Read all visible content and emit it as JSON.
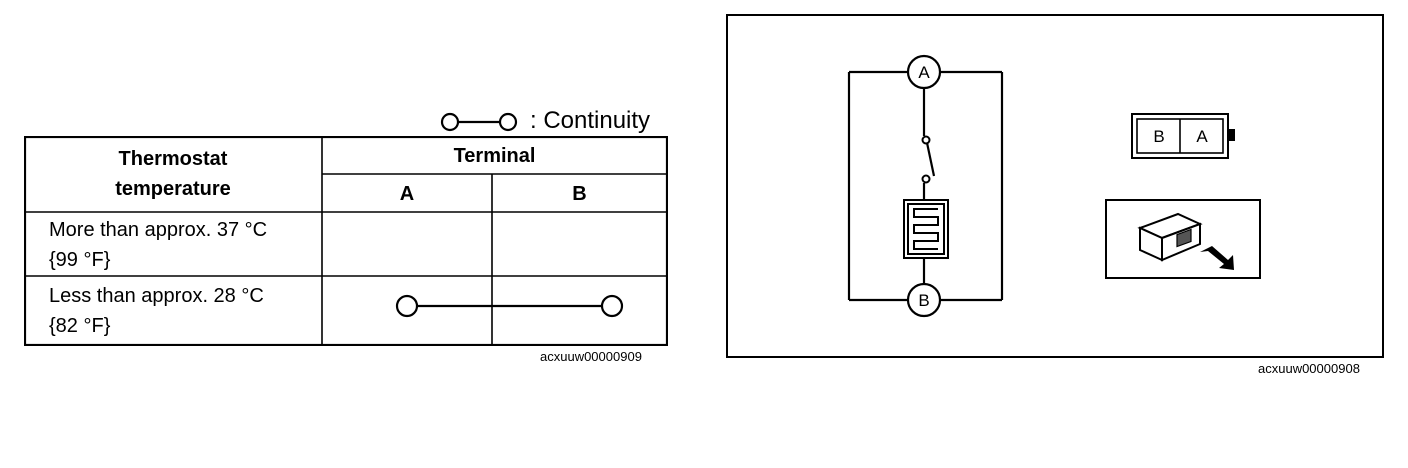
{
  "legend": {
    "text": ": Continuity"
  },
  "table": {
    "col_header": "Thermostat\ntemperature",
    "group_header": "Terminal",
    "terminals": [
      "A",
      "B"
    ],
    "rows": [
      {
        "line1": "More than approx. 37 °C",
        "line2": "{99 °F}",
        "continuity": false
      },
      {
        "line1": "Less than approx. 28 °C",
        "line2": "{82 °F}",
        "continuity": true
      }
    ]
  },
  "codes": {
    "table": "acxuuw00000909",
    "diagram": "acxuuw00000908"
  },
  "diagram": {
    "terminal_top": "A",
    "terminal_bottom": "B",
    "connector_labels": [
      "B",
      "A"
    ]
  }
}
